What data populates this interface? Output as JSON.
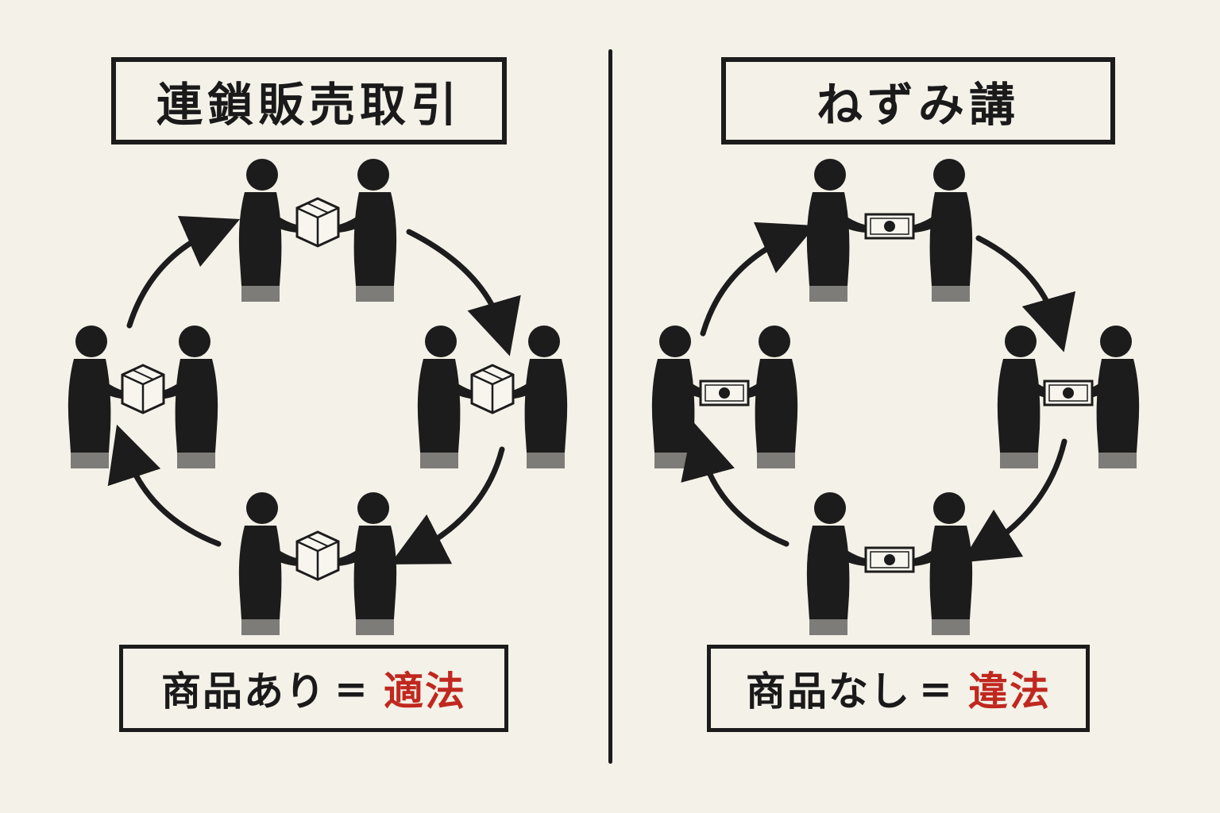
{
  "left": {
    "title": "連鎖販売取引",
    "verdict_prefix": "商品あり",
    "verdict_eq": "=",
    "verdict_result": "適法",
    "exchange_item": "box-icon"
  },
  "right": {
    "title": "ねずみ講",
    "verdict_prefix": "商品なし",
    "verdict_eq": "=",
    "verdict_result": "違法",
    "exchange_item": "banknote-icon"
  },
  "colors": {
    "ink": "#1c1c1c",
    "paper": "#f4f1e8",
    "accent_red": "#c0281f"
  }
}
